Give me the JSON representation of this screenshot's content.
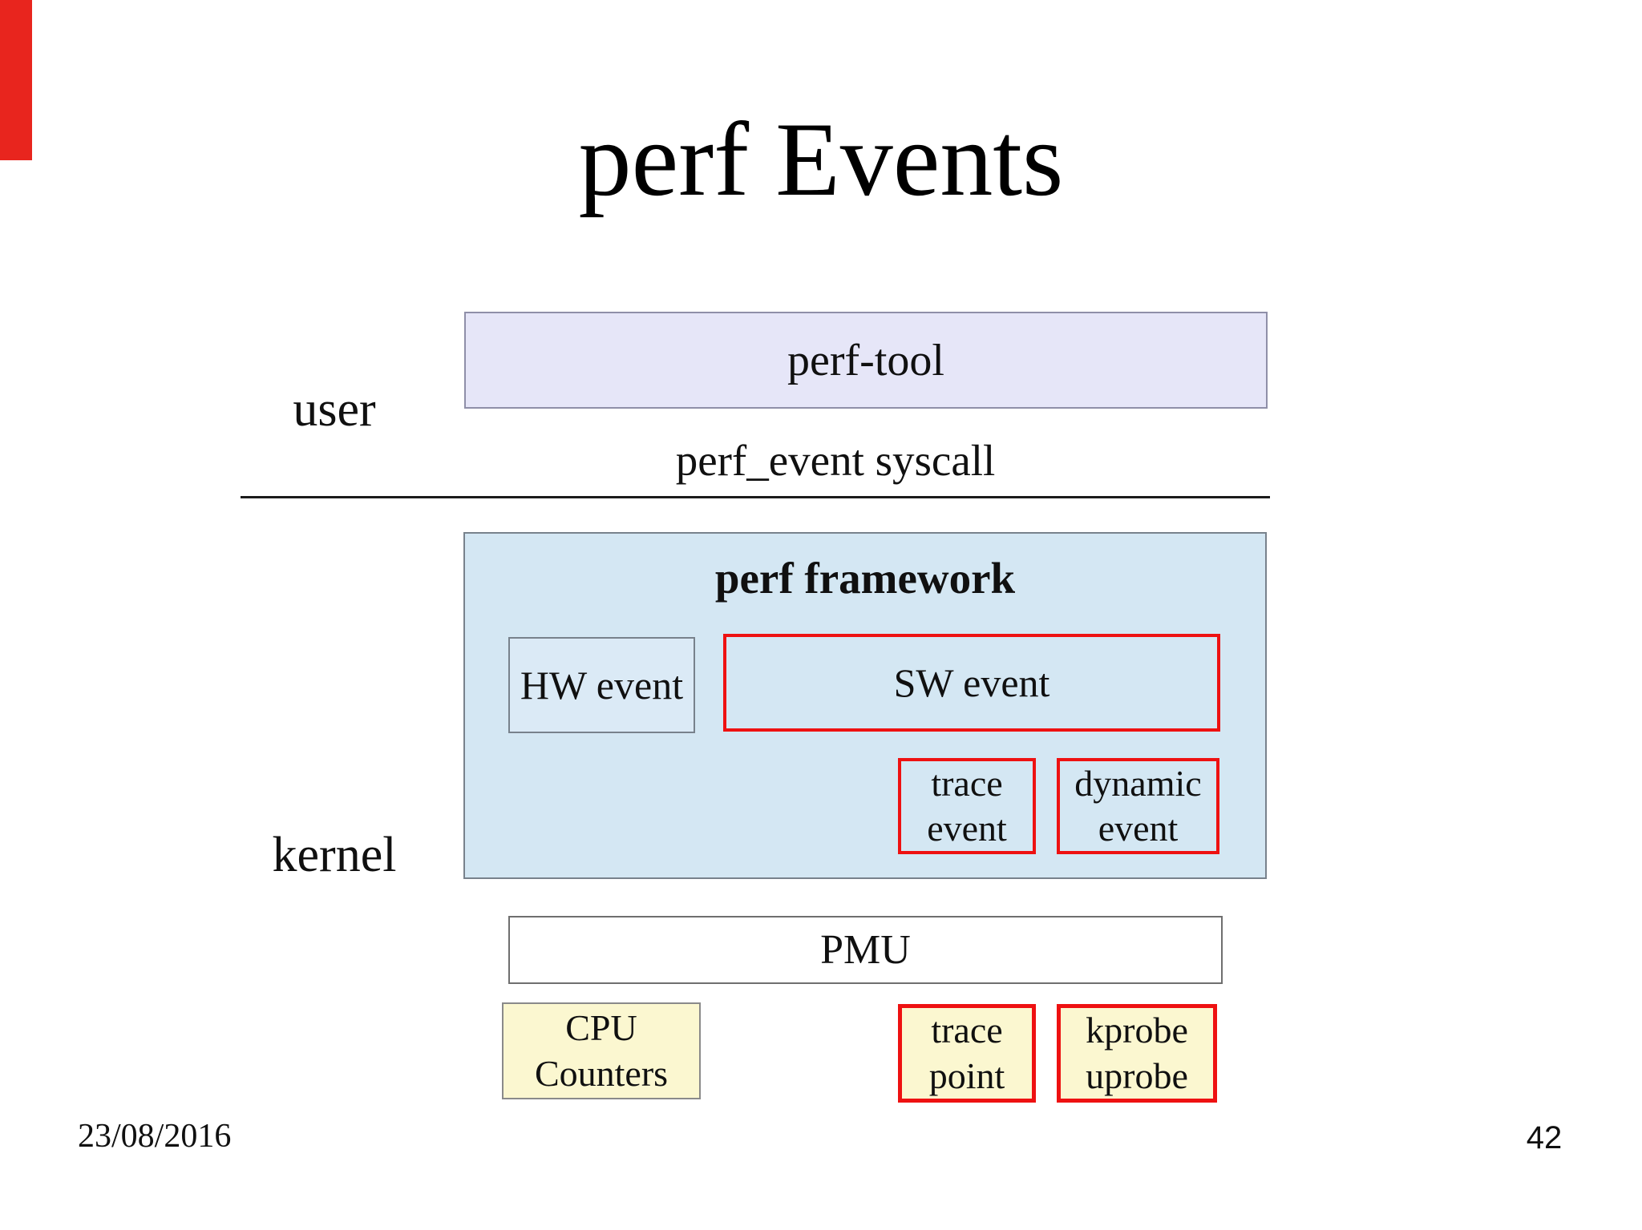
{
  "slide": {
    "title": "perf Events",
    "date": "23/08/2016",
    "page_number": "42",
    "labels": {
      "user": "user",
      "kernel": "kernel",
      "syscall": "perf_event syscall"
    },
    "boxes": {
      "perf_tool": "perf-tool",
      "perf_framework": "perf framework",
      "hw_event": "HW event",
      "sw_event": "SW event",
      "trace_event": {
        "line1": "trace",
        "line2": "event"
      },
      "dynamic_event": {
        "line1": "dynamic",
        "line2": "event"
      },
      "pmu": "PMU",
      "cpu_counters": {
        "line1": "CPU",
        "line2": "Counters"
      },
      "trace_point": {
        "line1": "trace",
        "line2": "point"
      },
      "kprobe_uprobe": {
        "line1": "kprobe",
        "line2": "uprobe"
      }
    },
    "colors": {
      "red_marker": "#e8251e",
      "red_accent": "#ee1111",
      "lavender_fill": "#e6e6f8",
      "blue_fill": "#d4e7f3",
      "hw_fill": "#dbeaf6",
      "yellow_fill": "#fbf7d0"
    }
  }
}
